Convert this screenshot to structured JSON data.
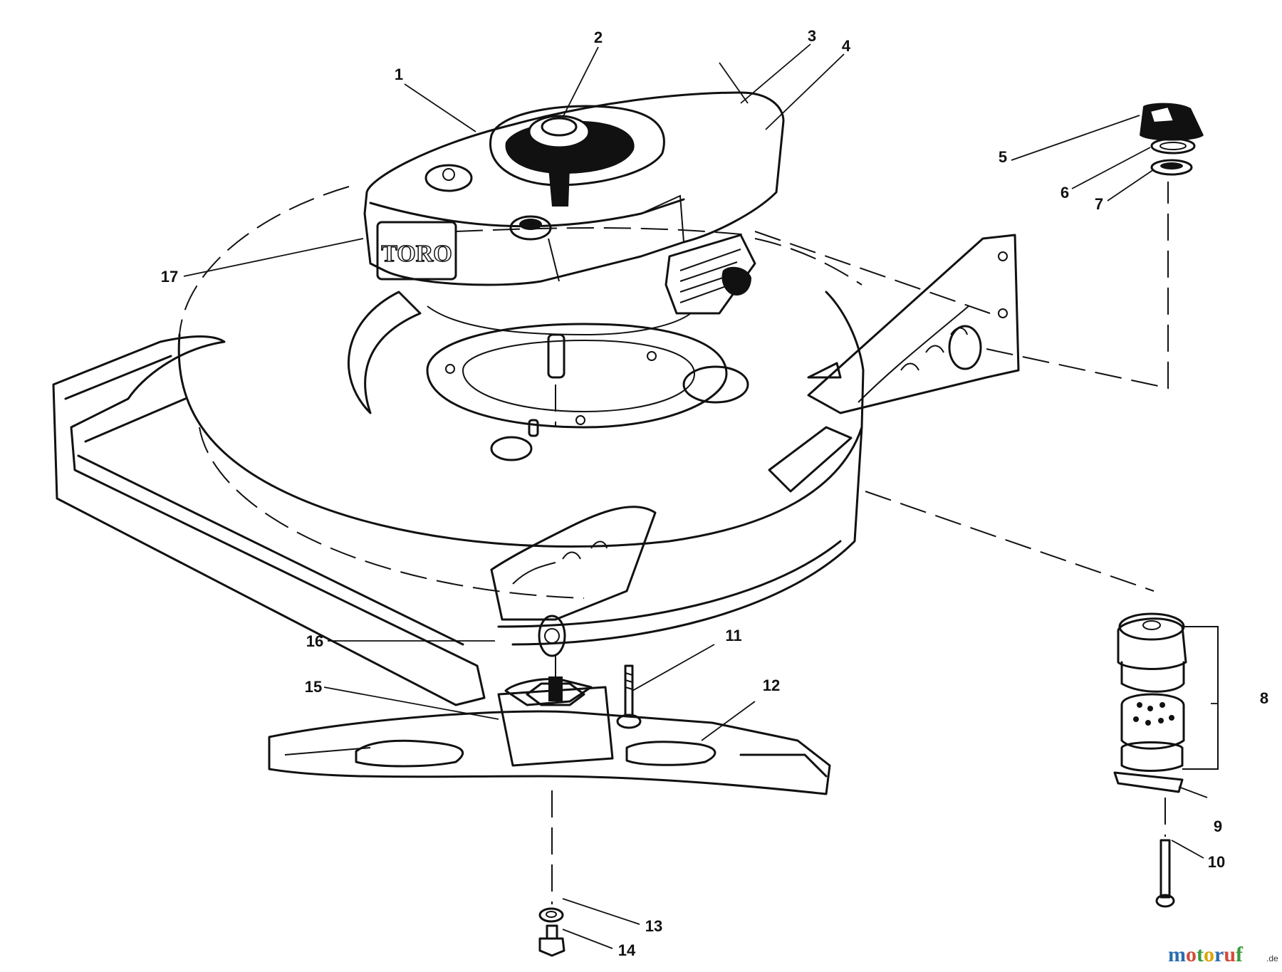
{
  "diagram": {
    "brand_label": "TORO",
    "callouts": [
      "1",
      "2",
      "3",
      "4",
      "5",
      "6",
      "7",
      "8",
      "9",
      "10",
      "11",
      "12",
      "13",
      "14",
      "15",
      "16",
      "17"
    ]
  },
  "watermark": {
    "letters": [
      "m",
      "o",
      "t",
      "o",
      "r",
      "u",
      "f"
    ],
    "colors": [
      "#2b6cb0",
      "#d14b3a",
      "#3a9a3a",
      "#d9a400",
      "#2b6cb0",
      "#d14b3a",
      "#3a9a3a"
    ],
    "suffix": ".de"
  }
}
